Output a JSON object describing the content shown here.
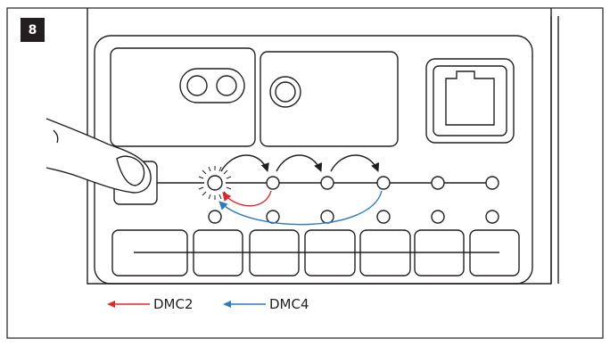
{
  "step_number": "8",
  "legend": [
    {
      "label": "DMC2",
      "color": "#e3262b",
      "icon": "arrow-left-icon"
    },
    {
      "label": "DMC4",
      "color": "#2d7cc0",
      "icon": "arrow-left-icon"
    }
  ],
  "colors": {
    "outline": "#231f20",
    "dmc2_arrow": "#e3262b",
    "dmc4_arrow": "#2d7cc0"
  }
}
